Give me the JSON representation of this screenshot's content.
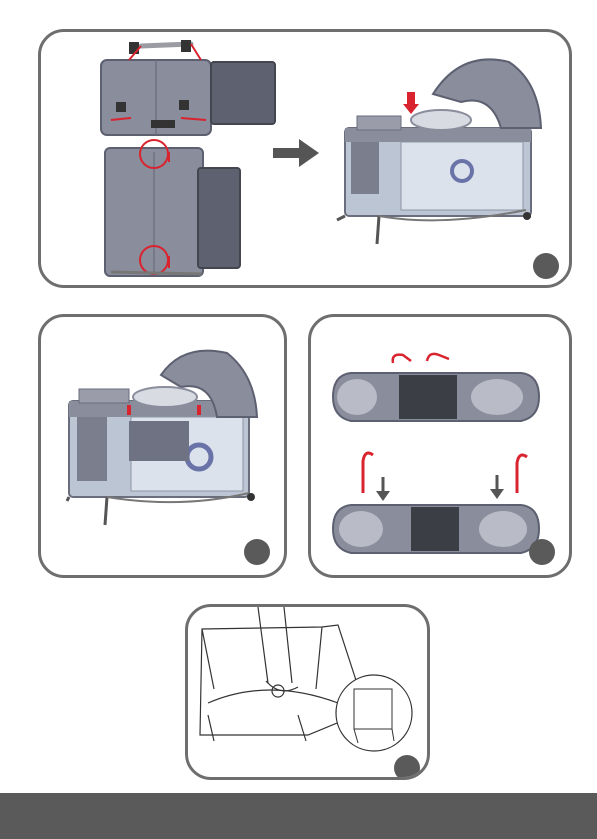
{
  "page": {
    "background": "#ffffff",
    "footer_color": "#5a5a5a",
    "border_color": "#6e6e6e",
    "accent_red": "#d9232e",
    "fabric_color": "#8a8d9c"
  },
  "panels": [
    {
      "id": "step-1",
      "description_icon": "assembly-fold-and-attach"
    },
    {
      "id": "step-2",
      "description_icon": "bassinet-attached"
    },
    {
      "id": "step-3",
      "description_icon": "organizer-hooks"
    },
    {
      "id": "step-4",
      "description_icon": "mattress-base-lock"
    }
  ]
}
